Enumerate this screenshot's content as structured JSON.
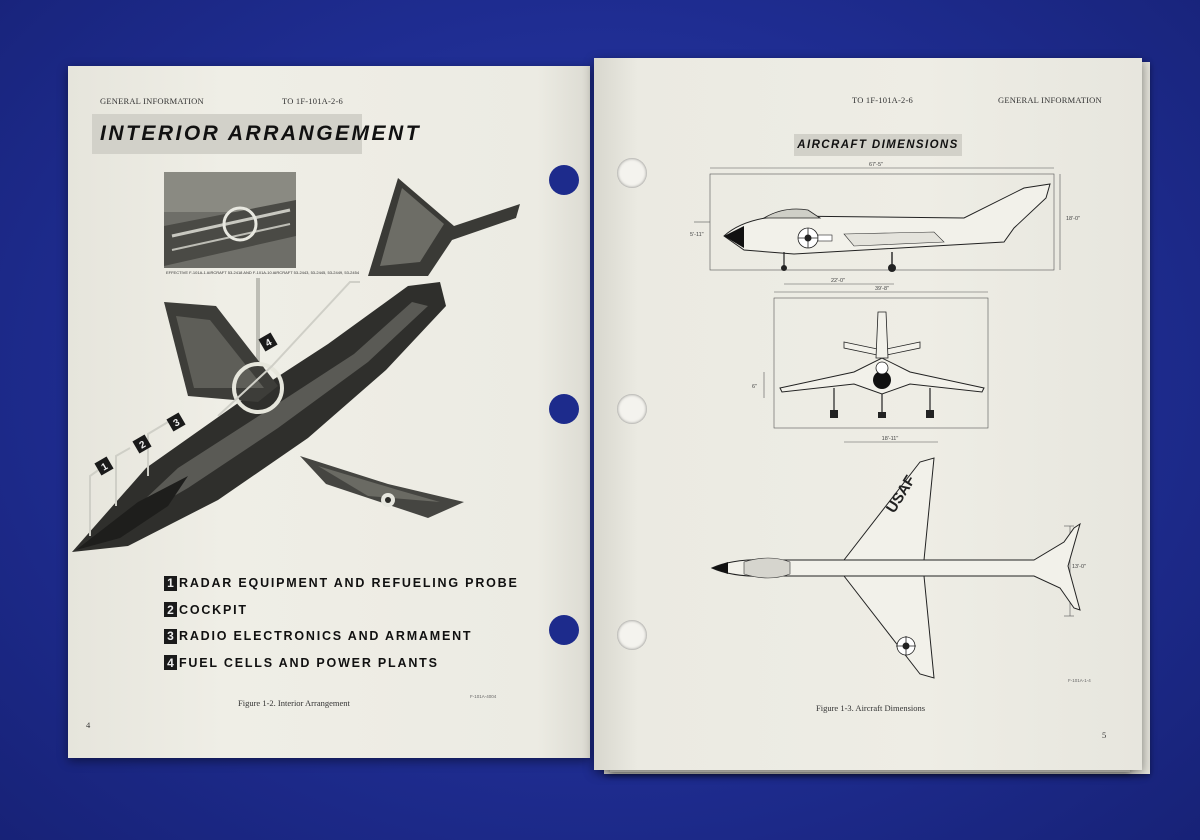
{
  "left_page": {
    "header_left": "GENERAL INFORMATION",
    "header_right": "TO 1F-101A-2-6",
    "title": "INTERIOR ARRANGEMENT",
    "inset_caption": "EFFECTIVE F-101A-1 AIRCRAFT 53-2418 AND F-101A-10 AIRCRAFT 53-2443, 53-2445, 53-2449, 53-2454",
    "callouts": [
      "1",
      "2",
      "3",
      "4"
    ],
    "legend": [
      {
        "num": "1",
        "text": "RADAR EQUIPMENT AND REFUELING PROBE"
      },
      {
        "num": "2",
        "text": "COCKPIT"
      },
      {
        "num": "3",
        "text": "RADIO ELECTRONICS AND ARMAMENT"
      },
      {
        "num": "4",
        "text": "FUEL CELLS AND POWER PLANTS"
      }
    ],
    "caption": "Figure 1-2.  Interior Arrangement",
    "figure_code": "F-101A-4004",
    "page_number": "4"
  },
  "right_page": {
    "header_left": "TO 1F-101A-2-6",
    "header_right": "GENERAL INFORMATION",
    "title": "AIRCRAFT DIMENSIONS",
    "dimensions": {
      "side_length": "67'-5\"",
      "side_height": "18'-0\"",
      "side_nose": "5'-11\"",
      "side_wheelbase": "22'-0\"",
      "front_span": "39'-8\"",
      "front_track": "18'-11\"",
      "front_height": "6\"",
      "top_stab": "13'-0\""
    },
    "tail_marking": "USAF",
    "caption": "Figure 1-3.  Aircraft Dimensions",
    "figure_code": "F-101A-1-4",
    "page_number": "5"
  },
  "colors": {
    "background": "#1c2a88",
    "paper": "#ecebe3",
    "ink": "#1a1a1a"
  }
}
